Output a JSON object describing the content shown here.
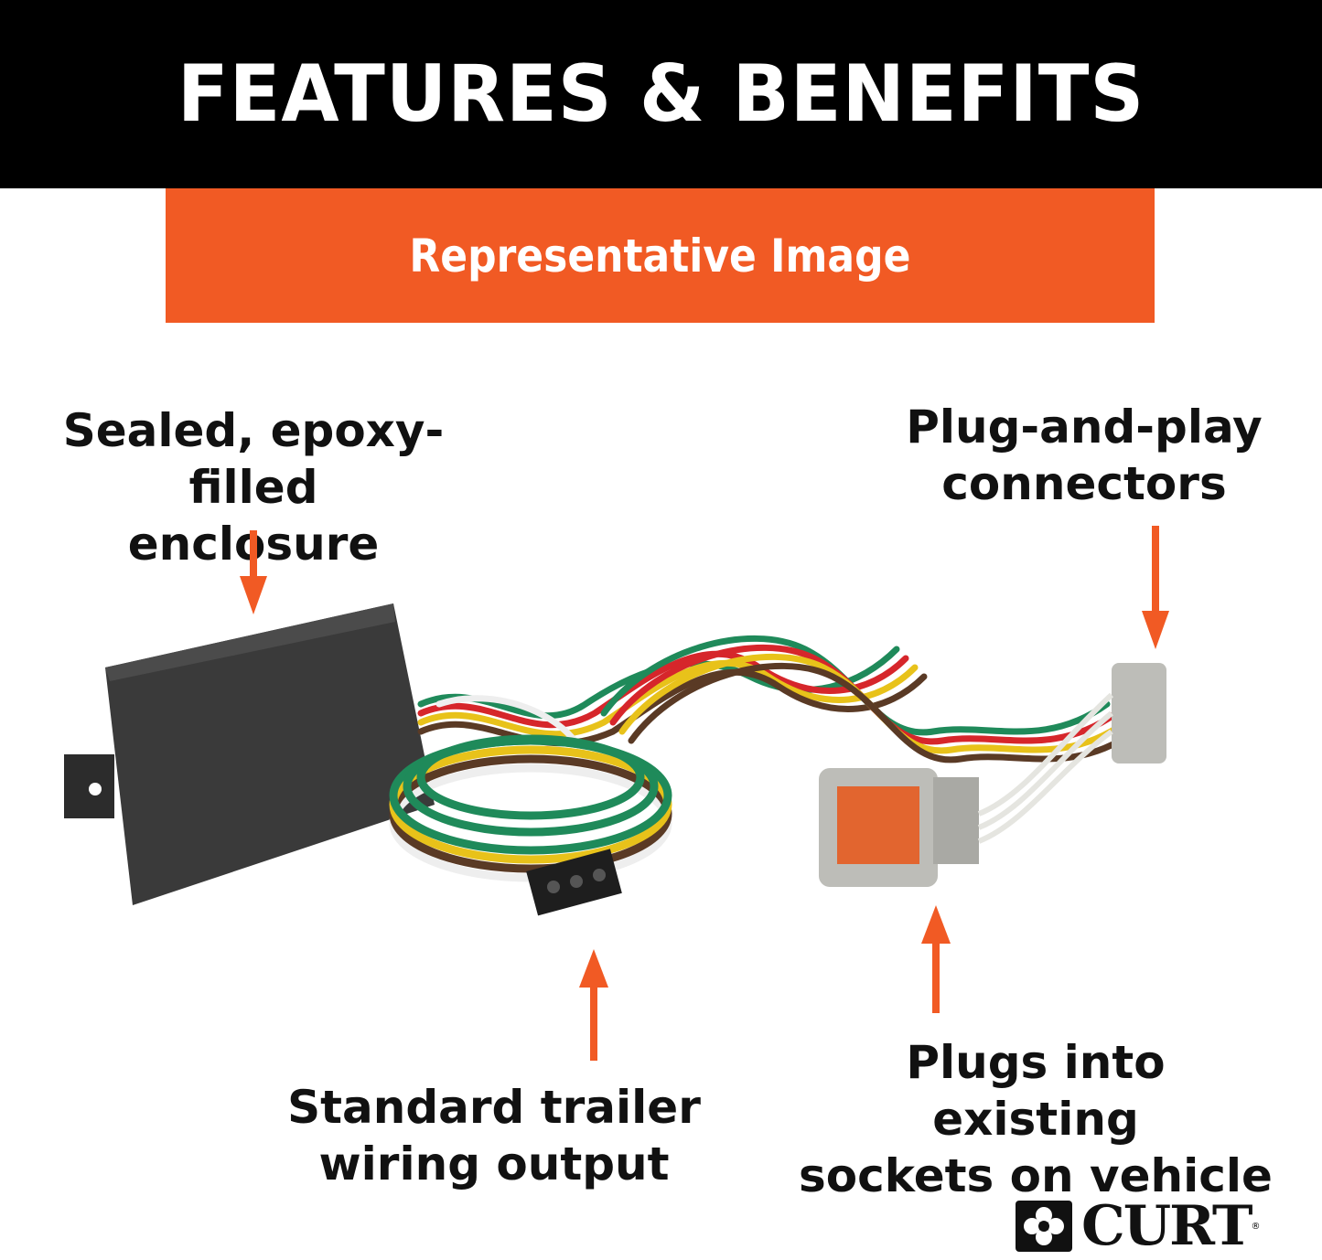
{
  "header": {
    "title": "FEATURES & BENEFITS",
    "background": "#000000",
    "text_color": "#ffffff"
  },
  "banner": {
    "text": "Representative Image",
    "background": "#f15a24"
  },
  "callouts": [
    {
      "id": "enclosure",
      "line1": "Sealed, epoxy-",
      "line2": "filled enclosure",
      "arrow": "down"
    },
    {
      "id": "connectors",
      "line1": "Plug-and-play",
      "line2": "connectors",
      "arrow": "down"
    },
    {
      "id": "output",
      "line1": "Standard trailer",
      "line2": "wiring output",
      "arrow": "up"
    },
    {
      "id": "sockets",
      "line1": "Plugs into existing",
      "line2": "sockets on vehicle",
      "arrow": "up"
    }
  ],
  "accent_color": "#f15a24",
  "product": {
    "description": "Trailer wiring harness with black converter box, coiled 4-flat output, and gray vehicle connectors"
  },
  "brand": {
    "name": "CURT",
    "registered": "®"
  }
}
